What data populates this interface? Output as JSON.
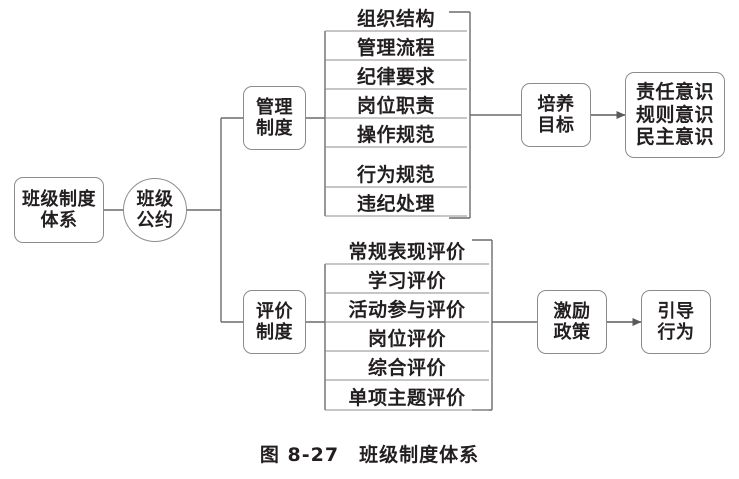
{
  "figure": {
    "caption": "图 8-27　班级制度体系",
    "colors": {
      "line": "#6b6b6b",
      "box_border": "#8c8c8c",
      "text": "#231f20",
      "background": "#ffffff"
    }
  },
  "nodes": {
    "root": {
      "label": "班级制度\n体系",
      "name": "class-system-root"
    },
    "hub": {
      "label": "班级\n公约",
      "name": "class-convention-hub"
    },
    "branch_management": {
      "label": "管理\n制度",
      "name": "management-system-branch"
    },
    "branch_evaluation": {
      "label": "评价\n制度",
      "name": "evaluation-system-branch"
    },
    "goal": {
      "label": "培养\n目标",
      "name": "cultivation-goal"
    },
    "outcome": {
      "label": "责任意识\n规则意识\n民主意识",
      "name": "awareness-outcome"
    },
    "policy": {
      "label": "激励\n政策",
      "name": "incentive-policy"
    },
    "behavior": {
      "label": "引导\n行为",
      "name": "guide-behavior"
    }
  },
  "management_items": [
    "组织结构",
    "管理流程",
    "纪律要求",
    "岗位职责",
    "操作规范",
    "行为规范",
    "违纪处理"
  ],
  "evaluation_items": [
    "常规表现评价",
    "学习评价",
    "活动参与评价",
    "岗位评价",
    "综合评价",
    "单项主题评价"
  ]
}
